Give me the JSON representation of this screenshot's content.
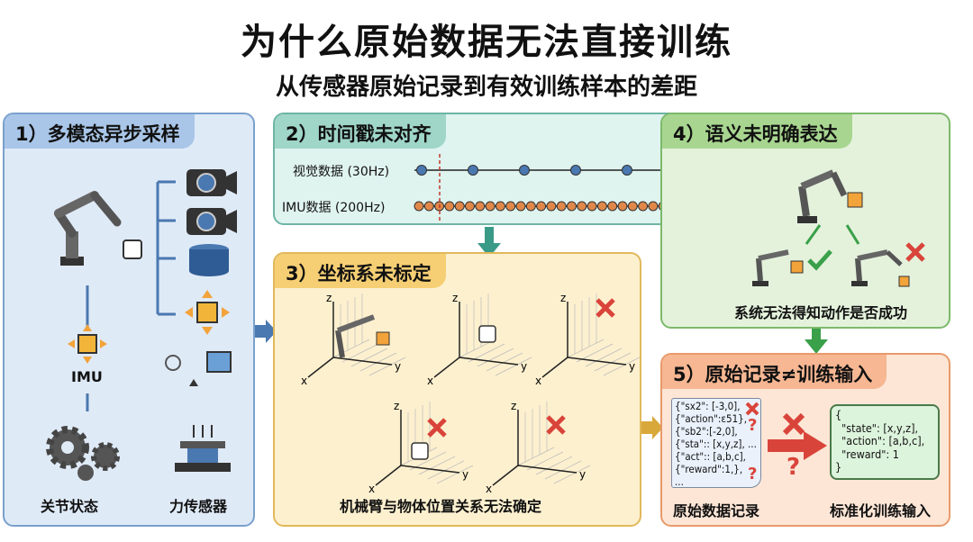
{
  "title": "为什么原始数据无法直接训练",
  "subtitle": "从传感器原始记录到有效训练样本的差距",
  "panel1": {
    "header": "1）多模态异步采样",
    "imu": "IMU",
    "joint": "关节状态",
    "force": "力传感器"
  },
  "panel2": {
    "header": "2）时间戳未对齐",
    "vision": "视觉数据 (30Hz)",
    "imu": "IMU数据 (200Hz)"
  },
  "panel3": {
    "header": "3）坐标系未标定",
    "caption": "机械臂与物体位置关系无法确定",
    "axis_x": "x",
    "axis_y": "y",
    "axis_z": "z"
  },
  "panel4": {
    "header": "4）语义未明确表达",
    "caption": "系统无法得知动作是否成功"
  },
  "panel5": {
    "header": "5）原始记录≠训练输入",
    "raw_lines": [
      "{\"sx2\": [-3,0],",
      "{\"action\":ε51},",
      "{\"sb2\":[-2,0],",
      "{\"sta\":: [x,y,z], ...",
      "{\"act\":: [a,b,c],",
      "{\"reward\":1,},",
      "..."
    ],
    "std_lines": [
      "{",
      "  \"state\": [x,y,z],",
      "  \"action\": [a,b,c],",
      "  \"reward\": 1",
      "}"
    ],
    "raw_label": "原始数据记录",
    "std_label": "标准化训练输入"
  },
  "colors": {
    "blue": "#dfeaf7",
    "teal": "#dff3ef",
    "yellow": "#fdf0cf",
    "green": "#e4f2dc",
    "peach": "#fde6d6",
    "red": "#d9443a"
  }
}
